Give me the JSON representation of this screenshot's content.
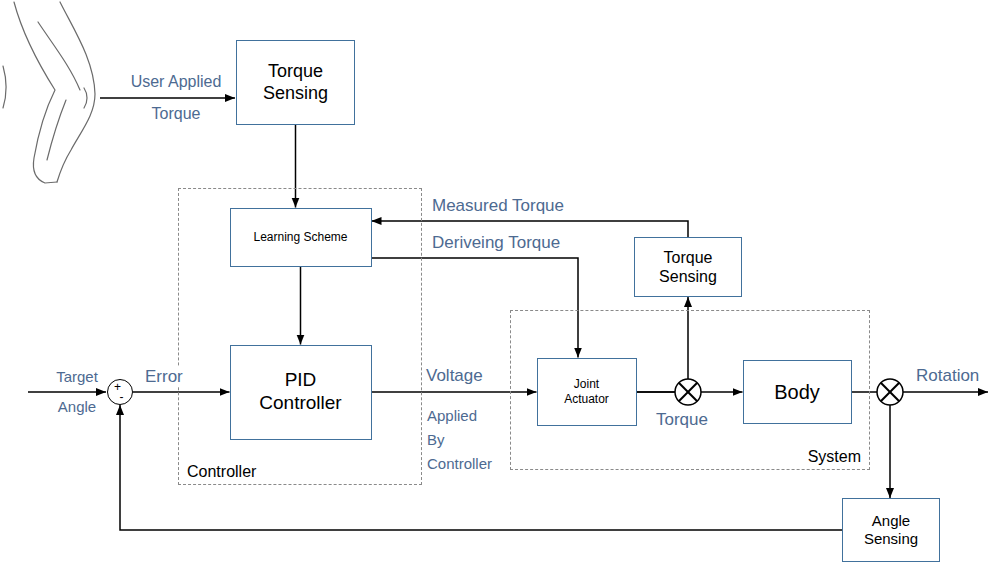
{
  "diagram": {
    "nodes": [
      {
        "text": [
          "Torque Sensing"
        ]
      },
      {
        "text": [
          "Controller"
        ]
      },
      {
        "text": [
          "Learning Scheme"
        ],
        "in": 1
      },
      {
        "text": [
          "PID Controller"
        ],
        "in": 1
      },
      {
        "text": [
          "System"
        ]
      },
      {
        "text": [
          "Joint Actuator"
        ],
        "in": 4
      },
      {
        "text": [
          "Body"
        ],
        "in": 4
      },
      {
        "text": [
          "Torque Sensing"
        ]
      },
      {
        "text": [
          "Angle Sensing"
        ]
      },
      {
        "text": [
          "+",
          "-"
        ]
      }
    ],
    "edges": [
      {
        "from": 0,
        "to": 2,
        "arrow": "to"
      },
      {
        "from": 7,
        "to": 2,
        "label": "Measured Torque",
        "arrow": "to"
      },
      {
        "from": 2,
        "to": 5,
        "label": "Deriveing Torque",
        "arrow": "to"
      },
      {
        "from": 2,
        "to": 3,
        "arrow": "to"
      },
      {
        "from": 9,
        "to": 3,
        "label": "Error",
        "arrow": "to"
      },
      {
        "from": 3,
        "to": 5,
        "label": "Voltage",
        "arrow": "to"
      },
      {
        "from": 5,
        "to": 6,
        "label": "Torque",
        "arrow": "to"
      },
      {
        "from": 5,
        "to": 7,
        "arrow": "to"
      },
      {
        "from": 6,
        "to": 8,
        "arrow": "to"
      },
      {
        "from": 8,
        "to": 9,
        "arrow": "to"
      }
    ],
    "labels": [
      "User Applied Torque",
      "Target Angle",
      "Applied By Controller",
      "Rotation"
    ]
  }
}
